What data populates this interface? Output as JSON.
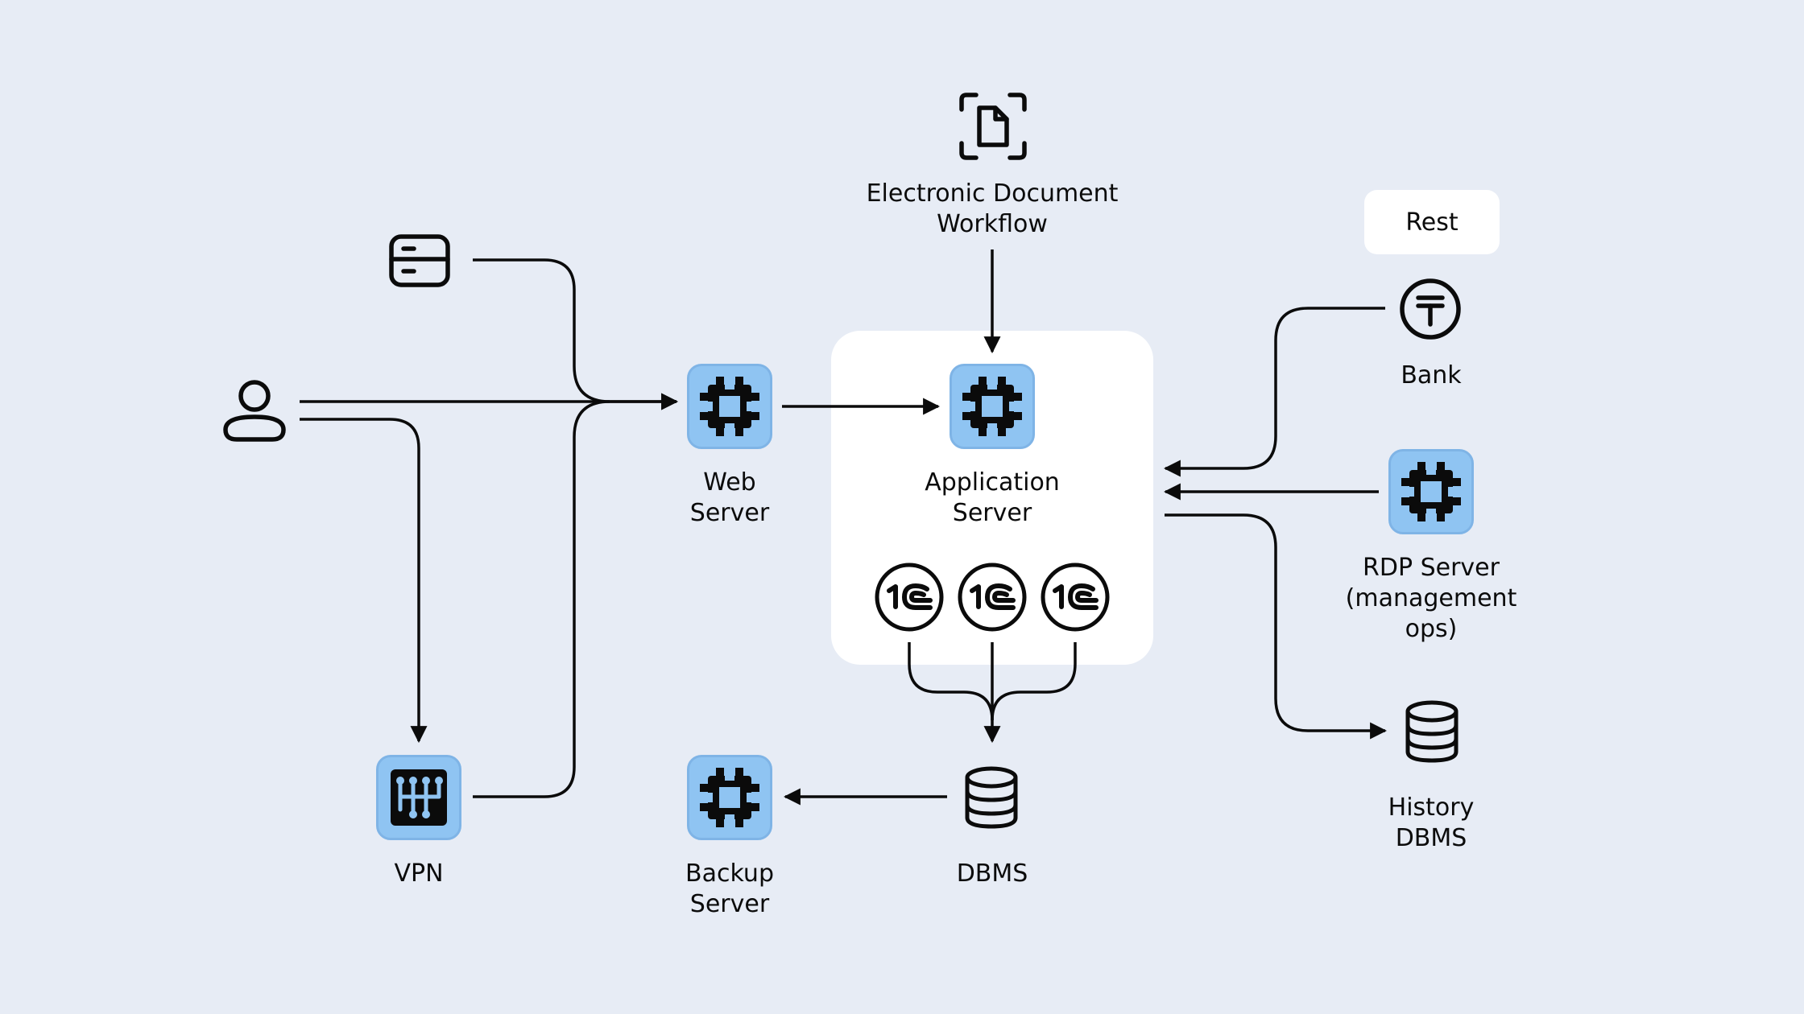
{
  "labels": {
    "edw": [
      "Electronic Document",
      "Workflow"
    ],
    "rest": "Rest",
    "bank": "Bank",
    "web_server": [
      "Web",
      "Server"
    ],
    "app_server": [
      "Application",
      "Server"
    ],
    "rdp_server": [
      "RDP Server",
      "(management",
      "ops)"
    ],
    "history_dbms": [
      "History",
      "DBMS"
    ],
    "vpn": "VPN",
    "backup_server": [
      "Backup",
      "Server"
    ],
    "dbms": "DBMS"
  },
  "colors": {
    "background": "#e7ecf5",
    "panel": "#ffffff",
    "node_fill": "#8fc4f2",
    "stroke": "#0b0b0b"
  },
  "icons": {
    "user": "user-icon",
    "card": "card-icon",
    "document": "document-scan-icon",
    "bank": "tenge-icon",
    "onec": "1c-icon",
    "database": "database-icon",
    "server": "chip-icon",
    "vpn": "router-icon"
  }
}
